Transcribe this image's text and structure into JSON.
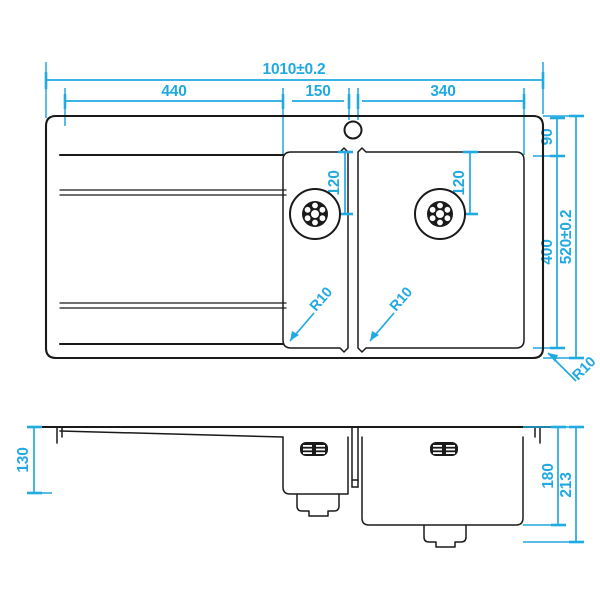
{
  "drawing": {
    "title": "Kitchen sink technical drawing",
    "units": "mm",
    "accent_color": "#21a9e1",
    "line_color": "#1a1a1a",
    "background_color": "#ffffff"
  },
  "top_view": {
    "name": "plan-view",
    "dimensions": {
      "overall_width": "1010±0.2",
      "drainer_width": "440",
      "left_bowl_width": "150",
      "right_bowl_width": "340",
      "rim_top_offset": "90",
      "bowl_height": "400",
      "overall_depth": "520±0.2",
      "corner_radius_outer": "R10",
      "left_bowl_drain_offset": "120",
      "right_bowl_drain_offset": "120",
      "left_bowl_corner_radius": "R10",
      "right_bowl_corner_radius": "R10"
    },
    "features": {
      "tap_hole": "tap-hole",
      "left_drain": "left-bowl-drain",
      "right_drain": "right-bowl-drain",
      "drainer_grooves": 4
    }
  },
  "side_view": {
    "name": "section-view",
    "dimensions": {
      "drainer_height": "130",
      "bowl_depth": "180",
      "overall_height": "213"
    },
    "features": {
      "left_overflow": "left-overflow",
      "right_overflow": "right-overflow",
      "left_waste_boss": "left-waste-outlet",
      "right_waste_boss": "right-waste-outlet"
    }
  }
}
